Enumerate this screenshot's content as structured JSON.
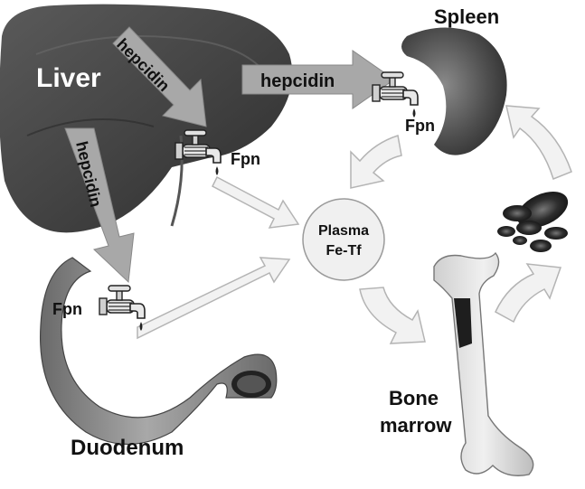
{
  "labels": {
    "liver": "Liver",
    "spleen": "Spleen",
    "duodenum": "Duodenum",
    "bone_marrow_line1": "Bone",
    "bone_marrow_line2": "marrow",
    "plasma_line1": "Plasma",
    "plasma_line2": "Fe-Tf"
  },
  "hepcidin_arrows": [
    {
      "target": "liver-fpn",
      "label": "hepcidin"
    },
    {
      "target": "spleen-fpn",
      "label": "hepcidin"
    },
    {
      "target": "duodenum-fpn",
      "label": "hepcidin"
    }
  ],
  "ferroportin": [
    {
      "site": "liver",
      "label": "Fpn"
    },
    {
      "site": "spleen",
      "label": "Fpn"
    },
    {
      "site": "duodenum",
      "label": "Fpn"
    }
  ],
  "icons": {
    "faucet": "faucet-icon",
    "liver": "liver-organ-icon",
    "spleen": "spleen-organ-icon",
    "duodenum": "duodenum-organ-icon",
    "bone": "femur-bone-icon",
    "rbc": "red-blood-cells-icon"
  },
  "colors": {
    "organ_dark": "#3a3a3a",
    "organ_mid": "#6e6e6e",
    "organ_light": "#9a9a9a",
    "hepcidin_arrow": "#a8a8a8",
    "flow_arrow": "#f2f2f2",
    "flow_arrow_stroke": "#b4b4b4",
    "plasma_fill": "#f0f0f0"
  }
}
